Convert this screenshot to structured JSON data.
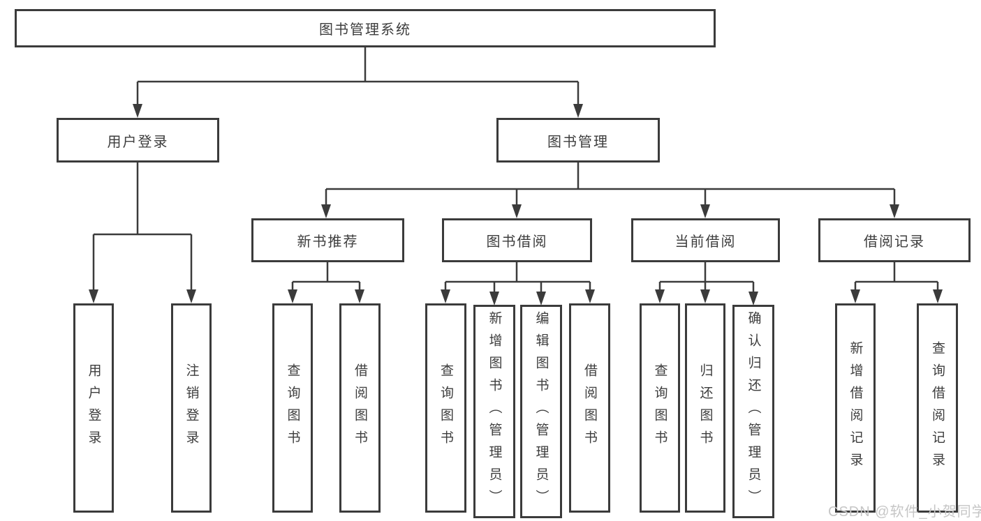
{
  "diagram": {
    "root": {
      "label": "图书管理系统"
    },
    "branches": [
      {
        "label": "用户登录",
        "children": [
          {
            "label": "用户登录"
          },
          {
            "label": "注销登录"
          }
        ]
      },
      {
        "label": "图书管理",
        "children": [
          {
            "label": "新书推荐",
            "children": [
              {
                "label": "查询图书"
              },
              {
                "label": "借阅图书"
              }
            ]
          },
          {
            "label": "图书借阅",
            "children": [
              {
                "label": "查询图书"
              },
              {
                "label": "新增图书（管理员）"
              },
              {
                "label": "编辑图书（管理员）"
              },
              {
                "label": "借阅图书"
              }
            ]
          },
          {
            "label": "当前借阅",
            "children": [
              {
                "label": "查询图书"
              },
              {
                "label": "归还图书"
              },
              {
                "label": "确认归还（管理员）"
              }
            ]
          },
          {
            "label": "借阅记录",
            "children": [
              {
                "label": "新增借阅记录"
              },
              {
                "label": "查询借阅记录"
              }
            ]
          }
        ]
      }
    ]
  },
  "watermark": {
    "text": "CSDN @软件_小贺同学"
  },
  "colors": {
    "line": "#3b3b3b",
    "box_border": "#3b3b3b",
    "box_bg": "#ffffff",
    "text": "#3d3d3d",
    "watermark": "#c6c6c6"
  }
}
